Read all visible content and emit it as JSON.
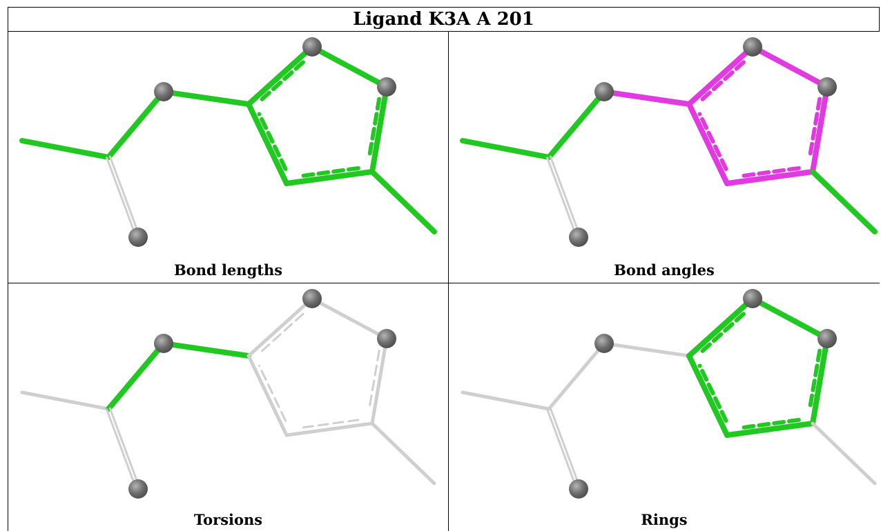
{
  "header": {
    "title": "Ligand K3A A 201"
  },
  "panels": [
    {
      "caption": "Bond lengths",
      "highlight": "bond-lengths"
    },
    {
      "caption": "Bond angles",
      "highlight": "bond-angles"
    },
    {
      "caption": "Torsions",
      "highlight": "torsions"
    },
    {
      "caption": "Rings",
      "highlight": "rings"
    }
  ],
  "colors": {
    "green": "#22c822",
    "magenta": "#e03ae0",
    "gray": "#cfcfcf",
    "atom": "#6e6e6e",
    "border": "#000000"
  }
}
